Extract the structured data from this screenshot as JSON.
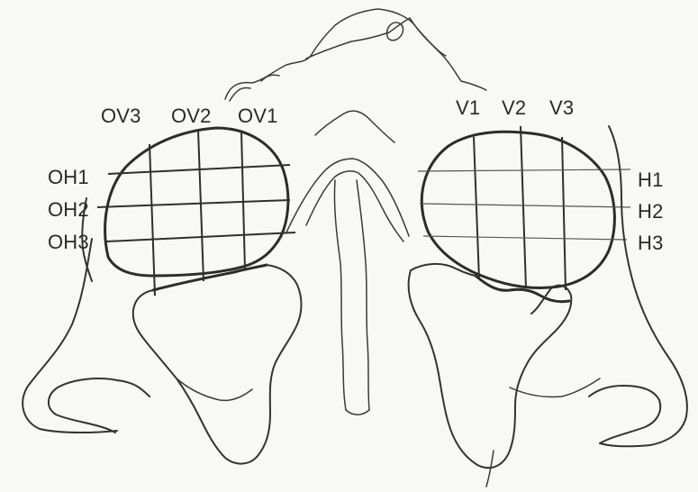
{
  "labels": {
    "left_vertical": [
      "OV3",
      "OV2",
      "OV1"
    ],
    "left_horizontal": [
      "OH1",
      "OH2",
      "OH3"
    ],
    "right_vertical": [
      "V1",
      "V2",
      "V3"
    ],
    "right_horizontal": [
      "H1",
      "H2",
      "H3"
    ]
  },
  "colors": {
    "ink": "#333333",
    "background": "#f8f8f6"
  }
}
